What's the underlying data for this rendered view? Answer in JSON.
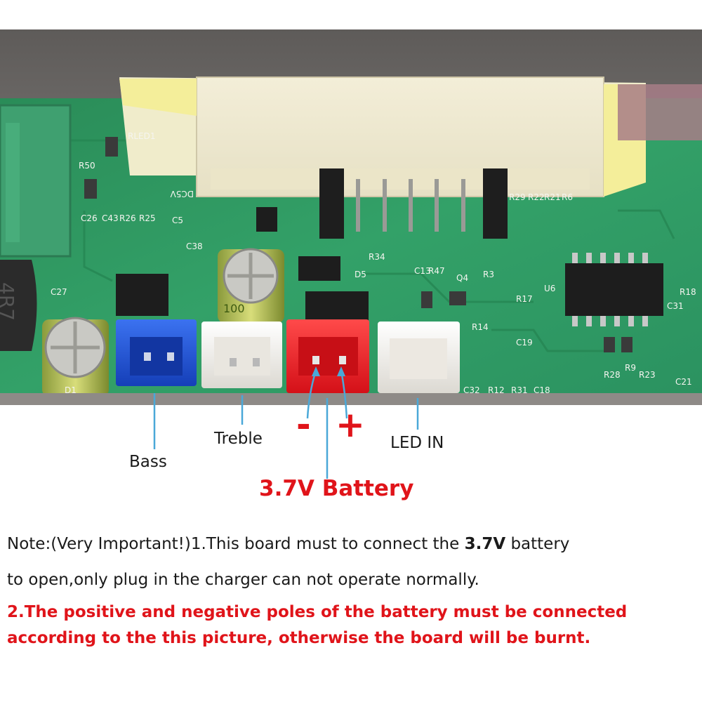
{
  "colors": {
    "pcb_green": "#2f9a62",
    "pcb_dark": "#1f6b44",
    "enclosure_grey": "#6d6a68",
    "connector_blue": "#1a4fd6",
    "connector_red": "#e41a22",
    "connector_white": "#f2f0ec",
    "callout_line": "#4aa8d8",
    "warning_red": "#e0141a",
    "text_dark": "#1a1a1a"
  },
  "callouts": {
    "bass": "Bass",
    "treble": "Treble",
    "battery_minus": "-",
    "battery_plus": "+",
    "led_in": "LED IN",
    "battery": "3.7V Battery"
  },
  "note": {
    "line1_pre": "Note:(Very Important!)1.This board must to connect the ",
    "line1_bold": "3.7V",
    "line1_post": " battery",
    "line2": "to open,only plug in the charger can not operate normally.",
    "line3": "2.The positive and negative poles of the battery must be connected",
    "line4": "according to the this picture, otherwise the board will be burnt."
  },
  "silkscreen": {
    "dc5v": "DC5V",
    "d5": "D5",
    "d1": "D1",
    "u6": "U6",
    "q4": "Q4",
    "r14": "R14",
    "r9": "R9",
    "r28": "R28",
    "r23": "R23",
    "c21": "C21",
    "r12": "R12",
    "r31": "R31",
    "c18": "C18",
    "c32": "C32",
    "c19": "C19",
    "r3": "R3",
    "r17": "R17",
    "r47": "R47",
    "c13": "C13",
    "r34": "R34",
    "rled1": "RLED1",
    "r50": "R50",
    "c26": "C26",
    "c43": "C43",
    "r26": "R26",
    "r25": "R25",
    "c5": "C5",
    "c38": "C38",
    "r29": "R29",
    "r22": "R22",
    "r21": "R21",
    "r6": "R6",
    "r18": "R18",
    "c31": "C31",
    "c27": "C27",
    "cap_label": "100"
  }
}
